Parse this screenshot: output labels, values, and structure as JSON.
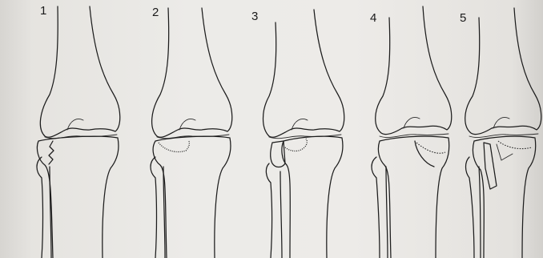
{
  "panels": [
    {
      "label": "1"
    },
    {
      "label": "2"
    },
    {
      "label": "3"
    },
    {
      "label": "4"
    },
    {
      "label": "5"
    }
  ]
}
